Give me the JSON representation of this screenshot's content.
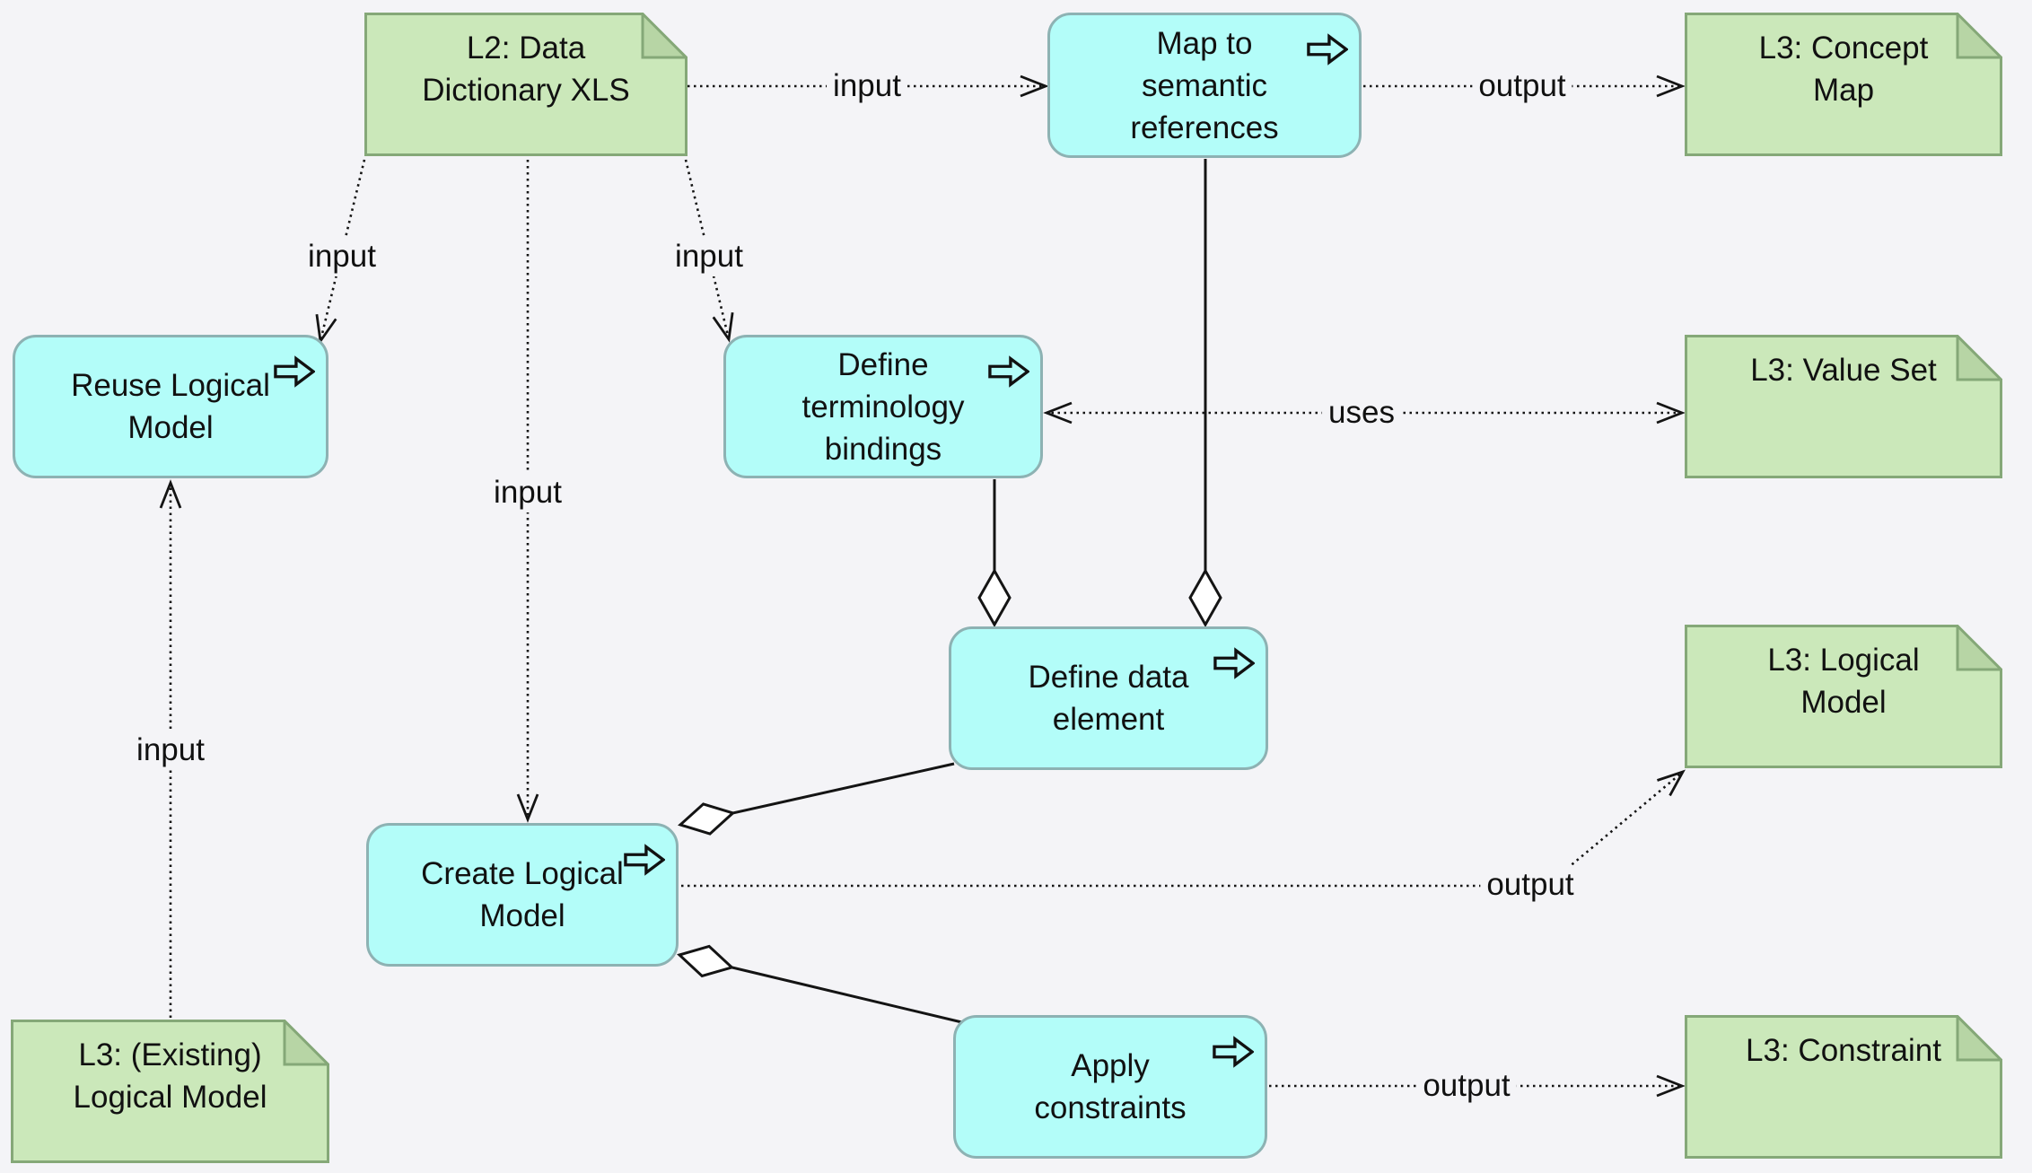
{
  "title": "Logical model authoring process diagram",
  "palette": {
    "canvas_bg": "#f4f4f7",
    "process_fill": "#b3fdf9",
    "process_border": "#8db2b3",
    "deliverable_fill": "#cbe8ba",
    "deliverable_border": "#85a878",
    "deliverable_fold": "#b7d5a5",
    "line_color": "#141414",
    "text_color": "#111111",
    "diamond_fill": "#ffffff"
  },
  "icons": {
    "process_icon": "rightwards-open-arrow"
  },
  "nodes": {
    "data_dictionary": {
      "type": "deliverable",
      "lines": [
        "L2: Data",
        "Dictionary XLS"
      ]
    },
    "map_semantic": {
      "type": "process",
      "lines": [
        "Map to",
        "semantic",
        "references"
      ]
    },
    "concept_map": {
      "type": "deliverable",
      "lines": [
        "L3: Concept",
        "Map"
      ]
    },
    "reuse_model": {
      "type": "process",
      "lines": [
        "Reuse Logical",
        "Model"
      ]
    },
    "term_bindings": {
      "type": "process",
      "lines": [
        "Define",
        "terminology",
        "bindings"
      ]
    },
    "value_set": {
      "type": "deliverable",
      "lines": [
        "L3: Value Set"
      ]
    },
    "data_element": {
      "type": "process",
      "lines": [
        "Define data",
        "element"
      ]
    },
    "logical_model": {
      "type": "deliverable",
      "lines": [
        "L3: Logical",
        "Model"
      ]
    },
    "create_model": {
      "type": "process",
      "lines": [
        "Create Logical",
        "Model"
      ]
    },
    "apply_constraints": {
      "type": "process",
      "lines": [
        "Apply",
        "constraints"
      ]
    },
    "constraint": {
      "type": "deliverable",
      "lines": [
        "L3: Constraint"
      ]
    },
    "existing_model": {
      "type": "deliverable",
      "lines": [
        "L3: (Existing)",
        "Logical Model"
      ]
    }
  },
  "edge_labels": {
    "dd_map_input": "input",
    "map_conceptmap_output": "output",
    "dd_reuse_input": "input",
    "dd_bindings_input": "input",
    "dd_create_input": "input",
    "bindings_valueset_uses": "uses",
    "create_logicalmodel_output": "output",
    "apply_constraint_output": "output",
    "existing_reuse_input": "input"
  }
}
